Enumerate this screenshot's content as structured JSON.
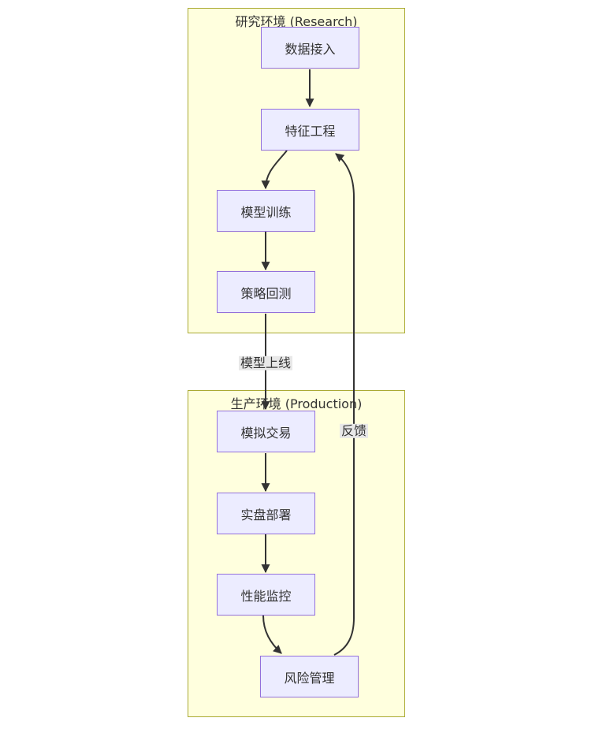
{
  "diagram": {
    "type": "flowchart",
    "direction": "top-down",
    "clusters": [
      {
        "id": "research",
        "title": "研究环境 (Research)"
      },
      {
        "id": "production",
        "title": "生产环境 (Production)"
      }
    ],
    "nodes": [
      {
        "id": "data-ingestion",
        "label": "数据接入",
        "cluster": "research"
      },
      {
        "id": "feature-engineering",
        "label": "特征工程",
        "cluster": "research"
      },
      {
        "id": "model-training",
        "label": "模型训练",
        "cluster": "research"
      },
      {
        "id": "strategy-backtest",
        "label": "策略回测",
        "cluster": "research"
      },
      {
        "id": "paper-trading",
        "label": "模拟交易",
        "cluster": "production"
      },
      {
        "id": "live-deployment",
        "label": "实盘部署",
        "cluster": "production"
      },
      {
        "id": "performance-monitoring",
        "label": "性能监控",
        "cluster": "production"
      },
      {
        "id": "risk-management",
        "label": "风险管理",
        "cluster": "production"
      }
    ],
    "edges": [
      {
        "from": "数据接入",
        "to": "特征工程",
        "label": ""
      },
      {
        "from": "特征工程",
        "to": "模型训练",
        "label": ""
      },
      {
        "from": "模型训练",
        "to": "策略回测",
        "label": ""
      },
      {
        "from": "策略回测",
        "to": "模拟交易",
        "label": "模型上线"
      },
      {
        "from": "模拟交易",
        "to": "实盘部署",
        "label": ""
      },
      {
        "from": "实盘部署",
        "to": "性能监控",
        "label": ""
      },
      {
        "from": "性能监控",
        "to": "风险管理",
        "label": ""
      },
      {
        "from": "风险管理",
        "to": "特征工程",
        "label": "反馈"
      }
    ],
    "colors": {
      "cluster_fill": "#ffffde",
      "cluster_border": "#aaaa33",
      "node_fill": "#ececff",
      "node_border": "#9370db",
      "edge": "#333333",
      "edge_label_bg": "#e8e8e8",
      "text": "#333333"
    }
  }
}
